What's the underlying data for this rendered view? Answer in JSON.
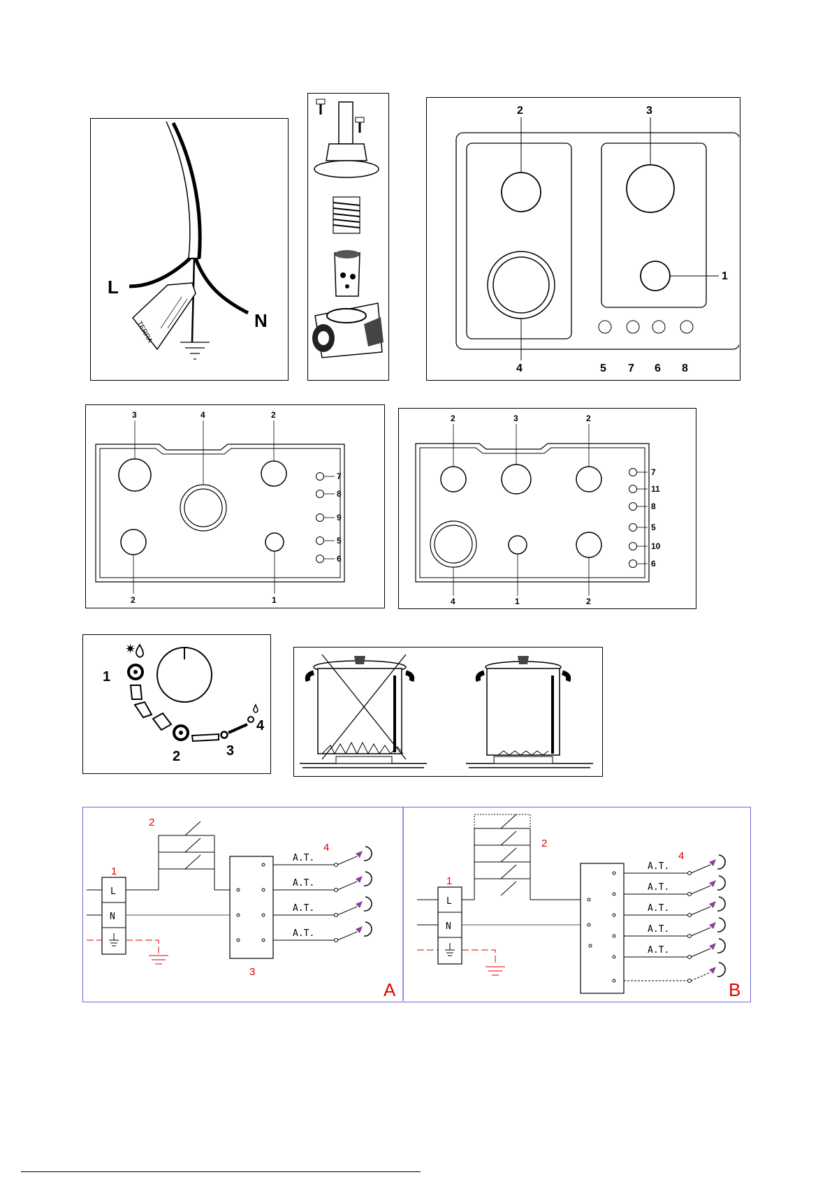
{
  "wiring": {
    "live": "L",
    "neutral": "N",
    "earth_tag": "TERRA"
  },
  "hob4": {
    "labels": [
      "1",
      "2",
      "3",
      "4",
      "5",
      "6",
      "7",
      "8"
    ]
  },
  "hob5": {
    "top": [
      "3",
      "4",
      "2"
    ],
    "bottom": [
      "2",
      "1"
    ],
    "knobs": [
      "7",
      "8",
      "9",
      "5",
      "6"
    ]
  },
  "hob6": {
    "top": [
      "2",
      "3",
      "2"
    ],
    "bottom": [
      "4",
      "1",
      "2"
    ],
    "knobs": [
      "7",
      "11",
      "8",
      "5",
      "10",
      "6"
    ]
  },
  "knob": {
    "positions": [
      "1",
      "2",
      "3",
      "4"
    ]
  },
  "schematic": {
    "terminal": [
      "L",
      "N"
    ],
    "at_label": "A.T.",
    "a": {
      "n1": "1",
      "n2": "2",
      "n3": "3",
      "n4": "4",
      "tag": "A"
    },
    "b": {
      "n1": "1",
      "n2": "2",
      "n4": "4",
      "tag": "B"
    }
  },
  "colors": {
    "schematic_frame": "#6b6bd6",
    "schematic_red": "#e00000",
    "ignitor": "#8a3d9e"
  }
}
